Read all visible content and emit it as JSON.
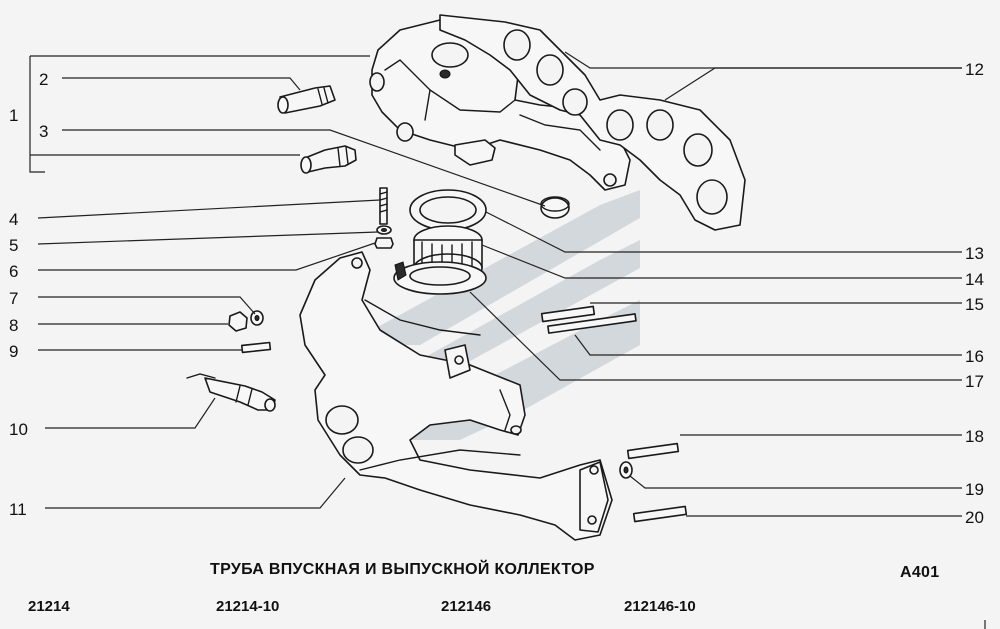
{
  "title": "ТРУБА ВПУСКНАЯ И ВЫПУСКНОЙ КОЛЛЕКТОР",
  "code": "А401",
  "variants": [
    "21214",
    "21214-10",
    "212146",
    "212146-10"
  ],
  "callouts": [
    "1",
    "2",
    "3",
    "4",
    "5",
    "6",
    "7",
    "8",
    "9",
    "10",
    "11",
    "12",
    "13",
    "14",
    "15",
    "16",
    "17",
    "18",
    "19",
    "20"
  ],
  "colors": {
    "ink": "#1a1a1a",
    "background": "#f4f4f4",
    "watermark": "#c8cfd6"
  }
}
